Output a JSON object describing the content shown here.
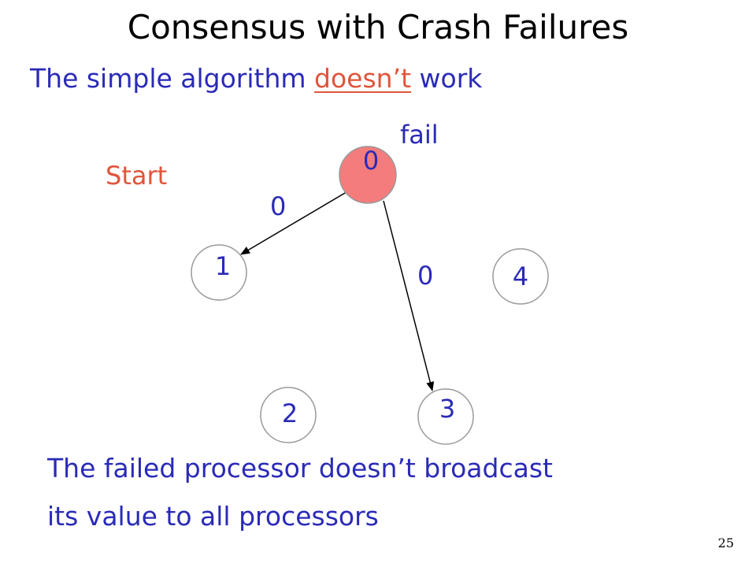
{
  "title": "Consensus with Crash Failures",
  "subtitle": {
    "prefix": "The simple algorithm ",
    "highlight": "doesn’t",
    "suffix": " work"
  },
  "labels": {
    "fail": "fail",
    "start": "Start"
  },
  "nodes": [
    {
      "id": "0",
      "label": "0",
      "status": "failed"
    },
    {
      "id": "1",
      "label": "1"
    },
    {
      "id": "2",
      "label": "2"
    },
    {
      "id": "3",
      "label": "3"
    },
    {
      "id": "4",
      "label": "4"
    }
  ],
  "edges": [
    {
      "from": "0",
      "to": "1",
      "label": "0"
    },
    {
      "from": "0",
      "to": "3",
      "label": "0"
    }
  ],
  "bottom_text": {
    "line1": "The failed processor doesn’t broadcast",
    "line2": "its value to all processors"
  },
  "page_number": "25",
  "colors": {
    "text_blue": "#2a2ab8",
    "highlight_red": "#e0553a",
    "failed_node_fill": "#f47c7c"
  }
}
